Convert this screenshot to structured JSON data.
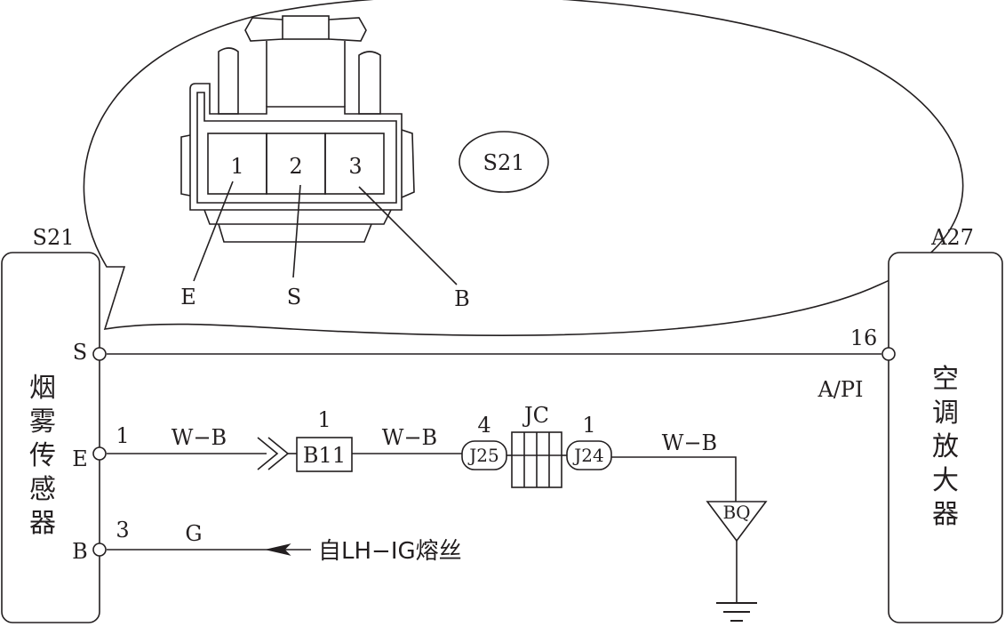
{
  "left_component": {
    "id": "S21",
    "name_chars": [
      "烟",
      "雾",
      "传",
      "感",
      "器"
    ],
    "pins": [
      {
        "label": "S",
        "number": ""
      },
      {
        "label": "E",
        "number": "1"
      },
      {
        "label": "B",
        "number": "3"
      }
    ]
  },
  "right_component": {
    "id": "A27",
    "name_chars": [
      "空",
      "调",
      "放",
      "大",
      "器"
    ],
    "pin_number": "16",
    "pin_label": "A/PI"
  },
  "connector_callout": {
    "badge": "S21",
    "terminals": [
      "1",
      "2",
      "3"
    ],
    "terminal_names": [
      "E",
      "S",
      "B"
    ]
  },
  "wire_e": {
    "color1": "W−B",
    "connector_b11": {
      "pin": "1",
      "name": "B11"
    },
    "color2": "W−B",
    "junction": {
      "name": "JC",
      "pin_left": "4",
      "left_conn": "J25",
      "pin_right": "1",
      "right_conn": "J24"
    },
    "color3": "W−B",
    "ground_point": "BQ"
  },
  "wire_b": {
    "color": "G",
    "source": "自LH−IG熔丝"
  }
}
